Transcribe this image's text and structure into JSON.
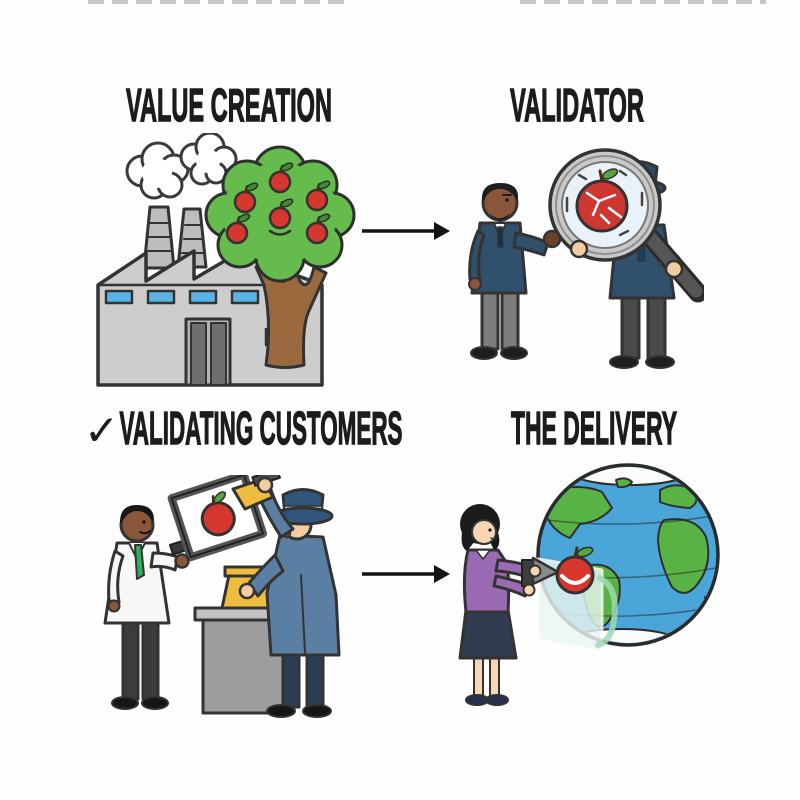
{
  "page": {
    "background": "#ffffff"
  },
  "panels": [
    {
      "id": "value-creation",
      "title": "VALUE CREATION",
      "scene": "factory with smoking chimneys beside an apple tree full of red apples"
    },
    {
      "id": "validator",
      "title": "VALIDATOR",
      "scene": "two businessmen inspecting an apple through a giant magnifying glass"
    },
    {
      "id": "validating-customers",
      "check_glyph": "✓",
      "title": "VALIDATING CUSTOMERS",
      "scene": "man in white lab coat holds framed apple picture while man in blue coat and hat approves it with a gold stamp"
    },
    {
      "id": "the-delivery",
      "title": "THE DELIVERY",
      "scene": "woman pushing a red apple through an opening into a globe of the Earth"
    }
  ],
  "arrows": [
    {
      "from": "VALUE CREATION",
      "to": "VALIDATOR"
    },
    {
      "from": "VALIDATING CUSTOMERS",
      "to": "THE DELIVERY"
    }
  ],
  "palette": {
    "ink": "#1c1c1c",
    "apple_red": "#d5372f",
    "leaf_green": "#57a63e",
    "tree_green": "#66bb4d",
    "trunk_brown": "#9a6a3e",
    "factory_gray": "#cdcdcd",
    "window_blue": "#5ab2e5",
    "suit_navy": "#30506c",
    "hat_band_blue": "#cfe0ee",
    "coat_blue": "#5b7fa3",
    "lab_coat_white": "#f7f7f5",
    "tie_green": "#2fae60",
    "stamp_gold": "#eebc3e",
    "desk_gray": "#9d9d9d",
    "sweater_purple": "#9a6ab3",
    "skirt_navy": "#303c4f",
    "ocean_blue": "#4aa5d8",
    "land_green": "#58b344",
    "skin_light": "#f2cda4",
    "skin_brown": "#8a573a",
    "skin_woman": "#f6d6b4"
  }
}
